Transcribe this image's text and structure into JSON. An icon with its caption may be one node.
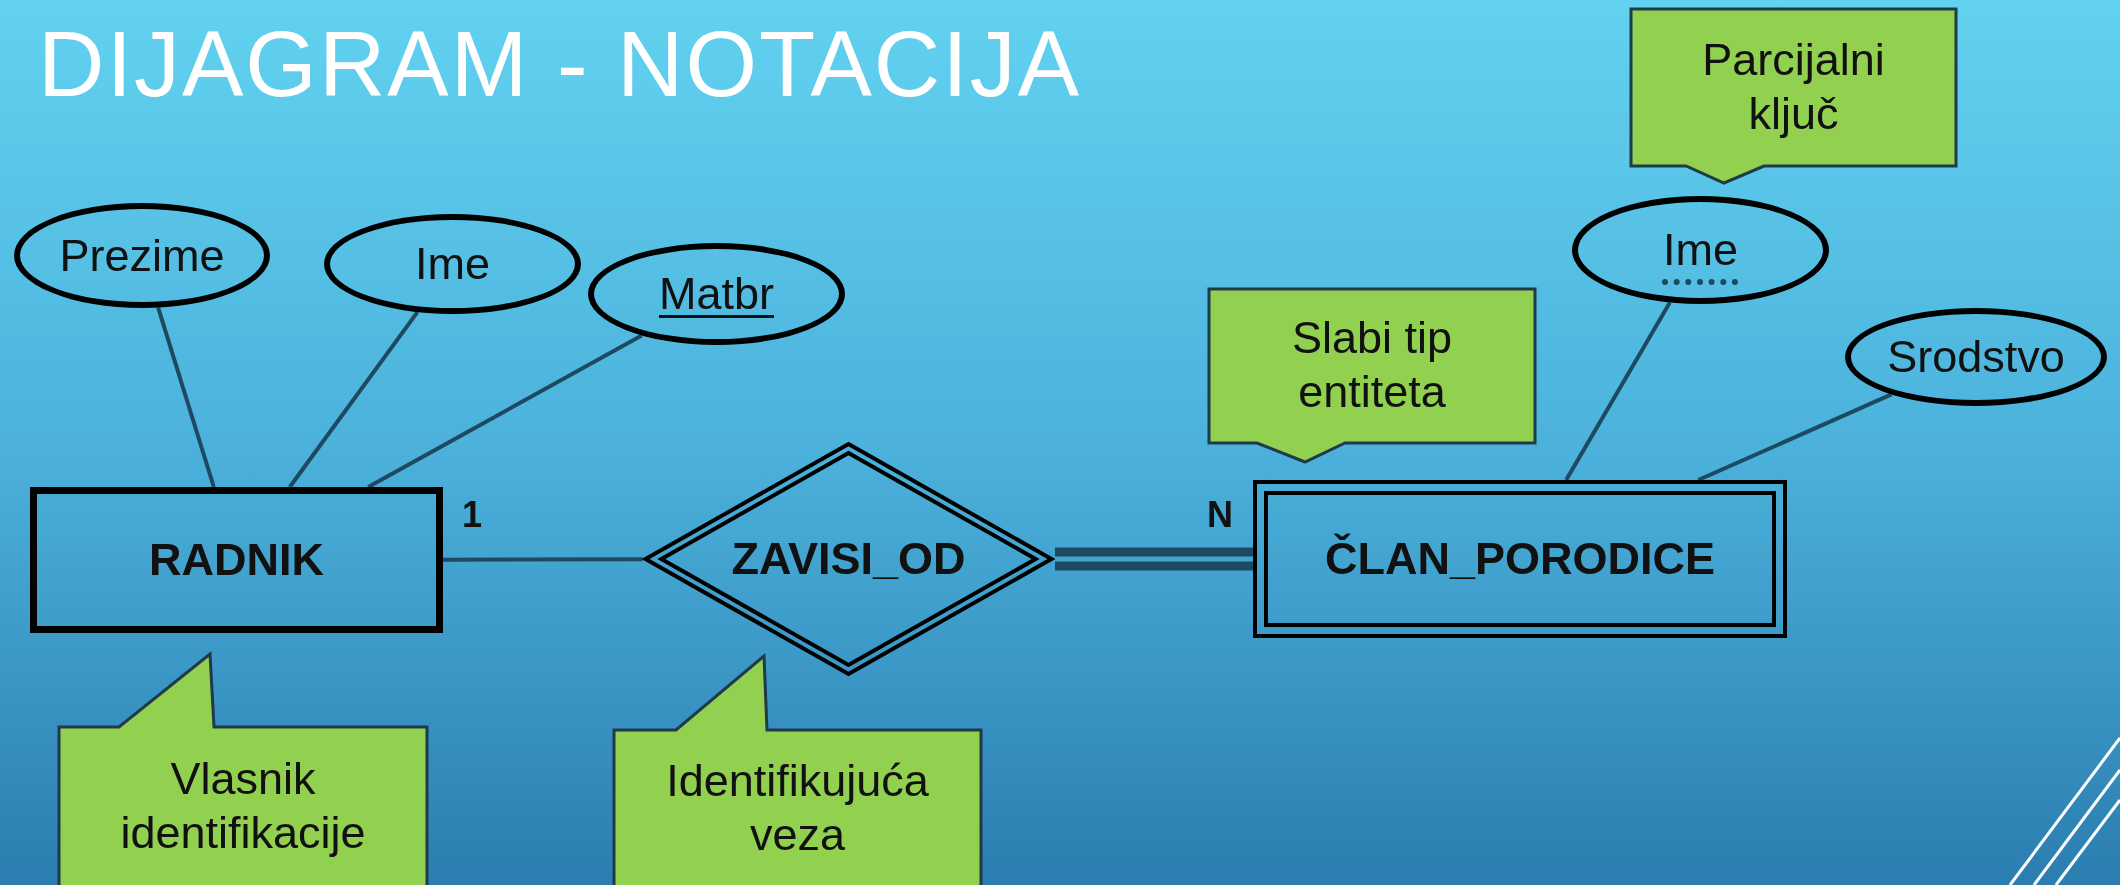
{
  "diagram": {
    "title": "DIJAGRAM - NOTACIJA",
    "nodes": [
      {
        "text": [
          "Prezime"
        ]
      },
      {
        "text": [
          "Ime"
        ]
      },
      {
        "text": [
          "Matbr"
        ]
      },
      {
        "text": [
          "RADNIK"
        ]
      },
      {
        "text": [
          "ZAVISI_OD"
        ]
      },
      {
        "text": [
          "ČLAN_PORODICE"
        ]
      },
      {
        "text": [
          "Ime"
        ]
      },
      {
        "text": [
          "Srodstvo"
        ]
      },
      {
        "text": [
          "Parcijalni ključ"
        ]
      },
      {
        "text": [
          "Slabi tip entiteta"
        ]
      },
      {
        "text": [
          "Vlasnik identifikacije"
        ]
      },
      {
        "text": [
          "Identifikujuća veza"
        ]
      }
    ],
    "edges": [
      {
        "from": 0,
        "to": 3,
        "arrow": "none"
      },
      {
        "from": 1,
        "to": 3,
        "arrow": "none"
      },
      {
        "from": 2,
        "to": 3,
        "arrow": "none"
      },
      {
        "from": 3,
        "to": 4,
        "arrow": "none",
        "label": "1"
      },
      {
        "from": 4,
        "to": 5,
        "arrow": "none",
        "label": "N",
        "style": "thick"
      },
      {
        "from": 6,
        "to": 5,
        "arrow": "none"
      },
      {
        "from": 7,
        "to": 5,
        "arrow": "none"
      }
    ]
  }
}
